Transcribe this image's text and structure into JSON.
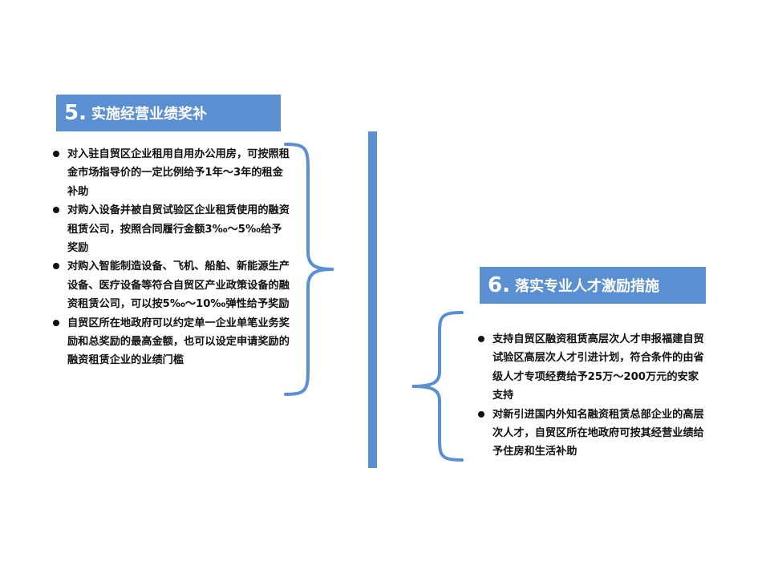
{
  "section5": {
    "number": "5.",
    "title": "实施经营业绩奖补",
    "items": [
      "对入驻自贸区企业租用自用办公用房，可按照租金市场指导价的一定比例给予1年～3年的租金补助",
      "对购入设备并被自贸试验区企业租赁使用的融资租赁公司，按照合同履行金额3‰～5‰给予奖励",
      "对购入智能制造设备、飞机、船舶、新能源生产设备、医疗设备等符合自贸区产业政策设备的融资租赁公司，可以按5‰～10‰弹性给予奖励",
      "自贸区所在地政府可以约定单一企业单笔业务奖励和总奖励的最高金额，也可以设定申请奖励的融资租赁企业的业绩门槛"
    ]
  },
  "section6": {
    "number": "6.",
    "title": "落实专业人才激励措施",
    "items": [
      "支持自贸区融资租赁高层次人才申报福建自贸试验区高层次人才引进计划，符合条件的由省级人才专项经费给予25万～200万元的安家支持",
      "对新引进国内外知名融资租赁总部企业的高层次人才，自贸区所在地政府可按其经营业绩给予住房和生活补助"
    ]
  },
  "colors": {
    "accent": "#5a8fd2",
    "text": "#111111"
  }
}
